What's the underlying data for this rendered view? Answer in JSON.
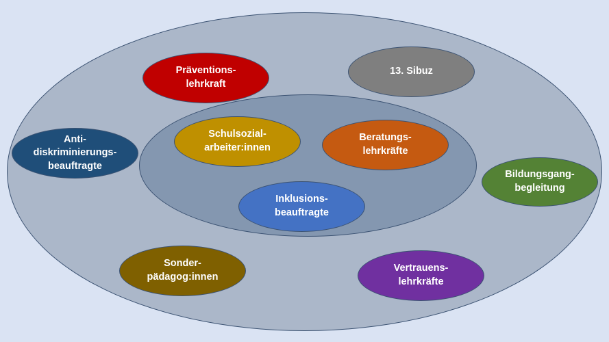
{
  "diagram": {
    "outer_circle": {
      "color": "#abb7c9"
    },
    "inner_circle": {
      "color": "#8497b0"
    },
    "nodes": {
      "praevention": {
        "label": "Präventions-\nlehrkraft",
        "color": "#c00000"
      },
      "sibuz": {
        "label": "13. Sibuz",
        "color": "#7f7f7f"
      },
      "anti_diskriminierung": {
        "label": "Anti-\ndiskriminierungs-\nbeauftragte",
        "color": "#1f4e79"
      },
      "bildungsgang": {
        "label": "Bildungsgang-\nbegleitung",
        "color": "#548235"
      },
      "sonderpaedagogik": {
        "label": "Sonder-\npädagog:innen",
        "color": "#7f6000"
      },
      "vertrauen": {
        "label": "Vertrauens-\nlehrkräfte",
        "color": "#7030a0"
      },
      "schulsozialarbeit": {
        "label": "Schulsozial-\narbeiter:innen",
        "color": "#bf9000"
      },
      "beratung": {
        "label": "Beratungs-\nlehrkräfte",
        "color": "#c55a11"
      },
      "inklusion": {
        "label": "Inklusions-\nbeauftragte",
        "color": "#4472c4"
      }
    }
  }
}
